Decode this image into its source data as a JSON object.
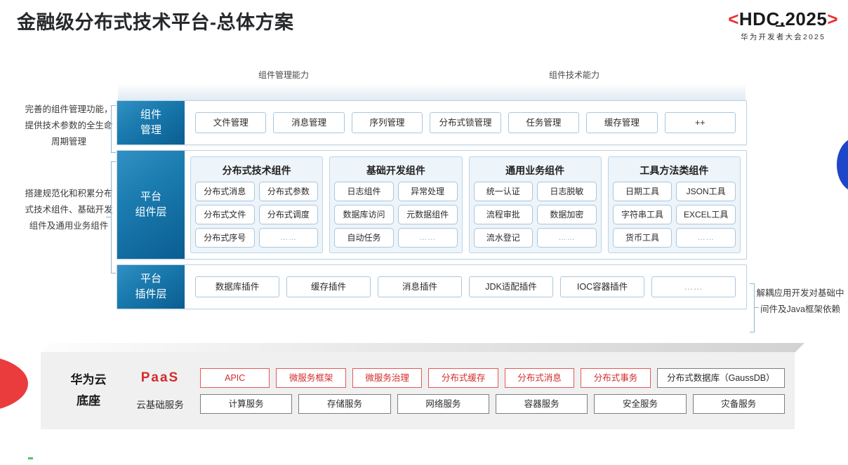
{
  "header": {
    "title": "金融级分布式技术平台-总体方案",
    "logo_main_prefix": "<",
    "logo_main_text": "HDC.2025",
    "logo_main_suffix": ">",
    "logo_sub": "华为开发者大会2025",
    "accent_red": "#e63232",
    "accent_blue": "#1b7cb0"
  },
  "arrows": [
    {
      "label": "组件管理能力"
    },
    {
      "label": "组件技术能力"
    }
  ],
  "annotations": {
    "left": [
      "完善的组件管理功能，提供技术参数的全生命周期管理",
      "搭建规范化和积累分布式技术组件、基础开发组件及通用业务组件"
    ],
    "right": [
      "解耦应用开发对基础中间件及Java框架依赖"
    ]
  },
  "layers": [
    {
      "id": "component-management",
      "side_lines": [
        "组件",
        "管理"
      ],
      "chips": [
        "文件管理",
        "消息管理",
        "序列管理",
        "分布式锁管理",
        "任务管理",
        "缓存管理",
        "++"
      ]
    },
    {
      "id": "platform-component",
      "side_lines": [
        "平台",
        "组件层"
      ],
      "groups": [
        {
          "title": "分布式技术组件",
          "rows": [
            [
              "分布式消息",
              "分布式参数"
            ],
            [
              "分布式文件",
              "分布式调度"
            ],
            [
              "分布式序号",
              "……"
            ]
          ]
        },
        {
          "title": "基础开发组件",
          "rows": [
            [
              "日志组件",
              "异常处理"
            ],
            [
              "数据库访问",
              "元数据组件"
            ],
            [
              "自动任务",
              "……"
            ]
          ]
        },
        {
          "title": "通用业务组件",
          "rows": [
            [
              "统一认证",
              "日志脱敏"
            ],
            [
              "流程审批",
              "数据加密"
            ],
            [
              "流水登记",
              "……"
            ]
          ]
        },
        {
          "title": "工具方法类组件",
          "rows": [
            [
              "日期工具",
              "JSON工具"
            ],
            [
              "字符串工具",
              "EXCEL工具"
            ],
            [
              "货币工具",
              "……"
            ]
          ]
        }
      ]
    },
    {
      "id": "plugin",
      "side_lines": [
        "平台",
        "插件层"
      ],
      "chips": [
        "数据库插件",
        "缓存插件",
        "消息插件",
        "JDK适配插件",
        "IOC容器插件",
        "……"
      ]
    }
  ],
  "base": {
    "title_lines": [
      "华为云",
      "底座"
    ],
    "rows": [
      {
        "tag": "PaaS",
        "tag_style": "paas",
        "items": [
          {
            "label": "APIC",
            "style": "red"
          },
          {
            "label": "微服务框架",
            "style": "red"
          },
          {
            "label": "微服务治理",
            "style": "red"
          },
          {
            "label": "分布式缓存",
            "style": "red"
          },
          {
            "label": "分布式消息",
            "style": "red"
          },
          {
            "label": "分布式事务",
            "style": "red"
          },
          {
            "label": "分布式数据库（GaussDB）",
            "style": "gray",
            "wide": true
          }
        ]
      },
      {
        "tag": "云基础服务",
        "tag_style": "cloud",
        "items": [
          {
            "label": "计算服务",
            "style": "gray"
          },
          {
            "label": "存储服务",
            "style": "gray"
          },
          {
            "label": "网络服务",
            "style": "gray"
          },
          {
            "label": "容器服务",
            "style": "gray"
          },
          {
            "label": "安全服务",
            "style": "gray"
          },
          {
            "label": "灾备服务",
            "style": "gray"
          }
        ]
      }
    ]
  }
}
